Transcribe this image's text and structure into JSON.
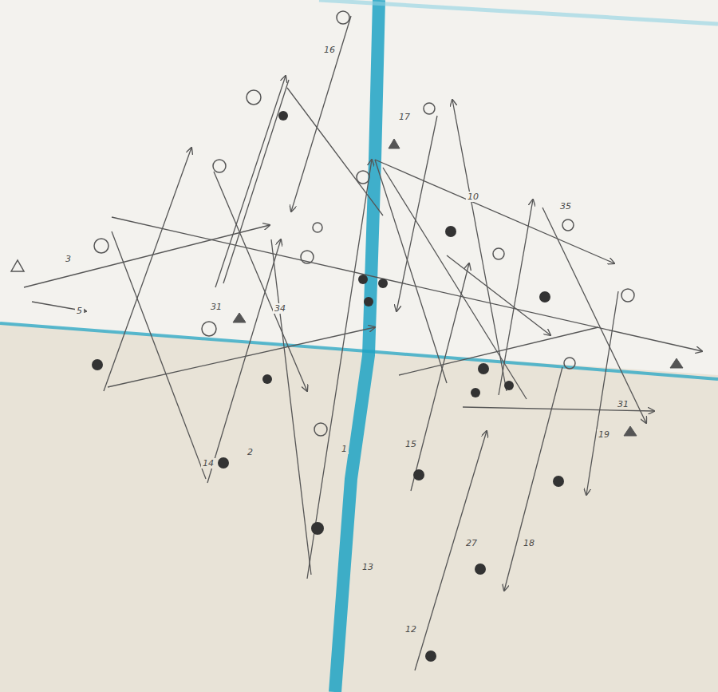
{
  "diagram": {
    "labels": [
      "16",
      "17",
      "10",
      "35",
      "3",
      "5",
      "31",
      "34",
      "14",
      "2",
      "1",
      "15",
      "13",
      "12",
      "27",
      "18",
      "19",
      "31"
    ]
  }
}
